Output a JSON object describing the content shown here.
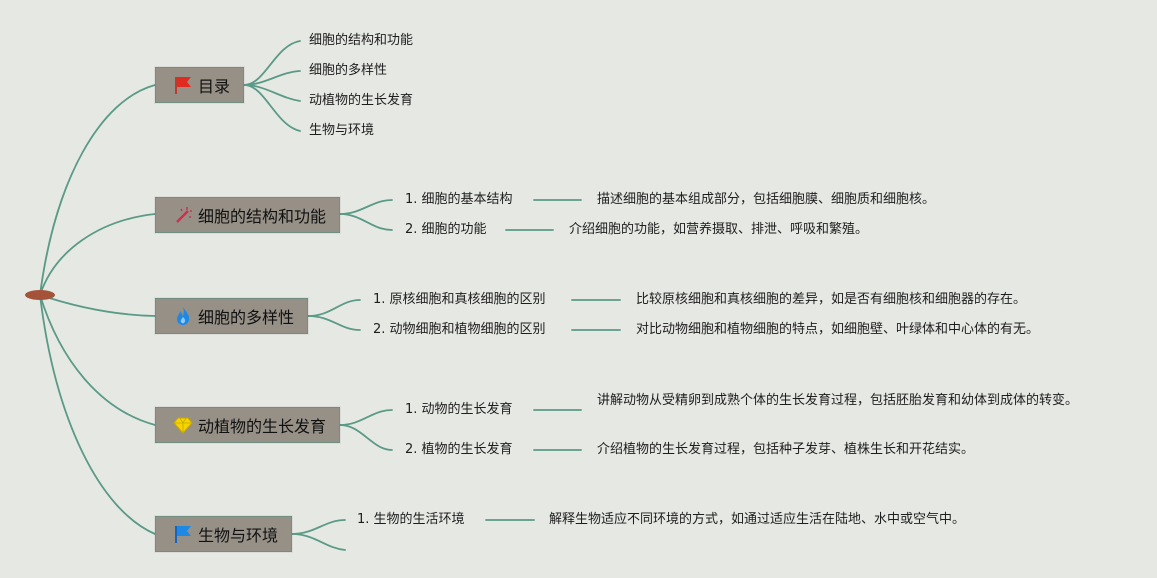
{
  "topics": [
    {
      "label": "目录",
      "icon": "red-flag-icon"
    },
    {
      "label": "细胞的结构和功能",
      "icon": "magic-wand-icon"
    },
    {
      "label": "细胞的多样性",
      "icon": "blue-flame-icon"
    },
    {
      "label": "动植物的生长发育",
      "icon": "yellow-diamond-icon"
    },
    {
      "label": "生物与环境",
      "icon": "blue-flag-icon"
    }
  ],
  "toc": [
    "细胞的结构和功能",
    "细胞的多样性",
    "动植物的生长发育",
    "生物与环境"
  ],
  "branches": [
    [
      {
        "title": "1. 细胞的基本结构",
        "desc": "描述细胞的基本组成部分，包括细胞膜、细胞质和细胞核。"
      },
      {
        "title": "2. 细胞的功能",
        "desc": "介绍细胞的功能，如营养摄取、排泄、呼吸和繁殖。"
      }
    ],
    [
      {
        "title": "1. 原核细胞和真核细胞的区别",
        "desc": "比较原核细胞和真核细胞的差异，如是否有细胞核和细胞器的存在。"
      },
      {
        "title": "2. 动物细胞和植物细胞的区别",
        "desc": "对比动物细胞和植物细胞的特点，如细胞壁、叶绿体和中心体的有无。"
      }
    ],
    [
      {
        "title": "1. 动物的生长发育",
        "desc": "讲解动物从受精卵到成熟个体的生长发育过程，包括胚胎发育和幼体到成体的转变。"
      },
      {
        "title": "2. 植物的生长发育",
        "desc": "介绍植物的生长发育过程，包括种子发芽、植株生长和开花结实。"
      }
    ],
    [
      {
        "title": "1. 生物的生活环境",
        "desc": "解释生物适应不同环境的方式，如通过适应生活在陆地、水中或空气中。"
      }
    ]
  ],
  "colors": {
    "line": "#5a9a86",
    "topic_bg": "#969087",
    "root": "#a4533a"
  }
}
